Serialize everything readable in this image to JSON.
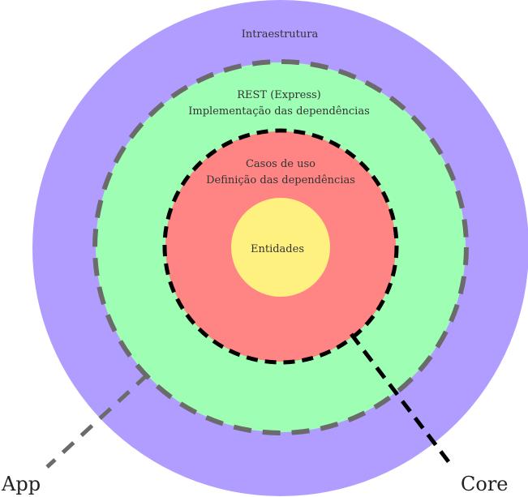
{
  "layers": {
    "infra": {
      "label": "Intraestrutura",
      "fill": "#b19cff"
    },
    "app": {
      "line1": "REST (Express)",
      "line2": "Implementação das dependências",
      "fill": "#9effb4",
      "boundary": "#6b6b6b"
    },
    "usecases": {
      "line1": "Casos de uso",
      "line2": "Definição das dependências",
      "fill": "#ff8585",
      "boundary": "#000000"
    },
    "entities": {
      "label": "Entidades",
      "fill": "#fff17f"
    }
  },
  "callouts": {
    "app": "App",
    "core": "Core"
  }
}
